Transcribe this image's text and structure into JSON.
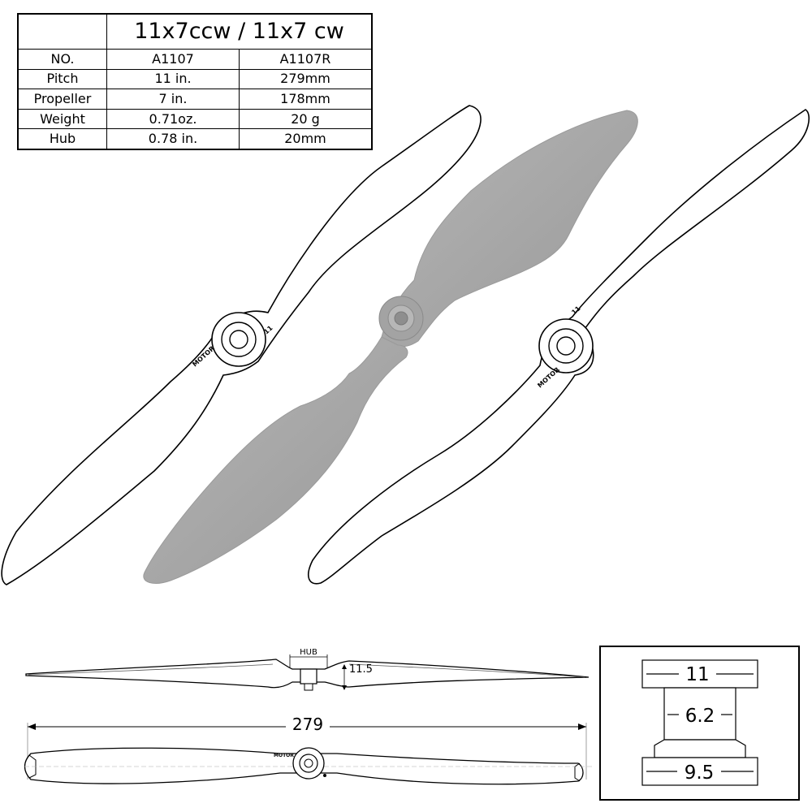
{
  "spec_table": {
    "title": "11x7ccw / 11x7 cw",
    "rows": [
      {
        "label": "NO.",
        "ccw": "A1107",
        "cw": "A1107R"
      },
      {
        "label": "Pitch",
        "ccw": "11 in.",
        "cw": "279mm"
      },
      {
        "label": "Propeller",
        "ccw": "7 in.",
        "cw": "178mm"
      },
      {
        "label": "Weight",
        "ccw": "0.71oz.",
        "cw": "20 g"
      },
      {
        "label": "Hub",
        "ccw": "0.78 in.",
        "cw": "20mm"
      }
    ]
  },
  "side_view": {
    "hub_label": "HUB",
    "hub_height": "11.5",
    "length": "279"
  },
  "hub_detail": {
    "top": "11",
    "middle": "6.2",
    "bottom": "9.5"
  },
  "colors": {
    "prop_fill": "#a6a6a6",
    "prop_shade": "#8e8e8e",
    "line": "#000000",
    "grey_line": "#888888"
  }
}
